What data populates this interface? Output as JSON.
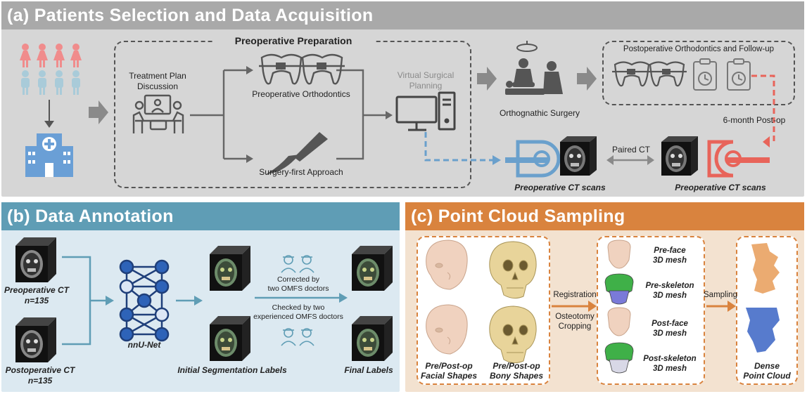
{
  "colors": {
    "panel_a": "#d6d6d6",
    "header_a": "#a9a9a9",
    "panel_b": "#dce9f1",
    "header_b": "#5f9db5",
    "panel_c": "#f3e2d0",
    "header_c": "#d9833e",
    "female": "#f08c8c",
    "male": "#a9cbd9",
    "hospital": "#6a9fd6",
    "blue_arrow": "#6aa0cc",
    "red_arrow": "#e8645a",
    "gray": "#8a8a8a"
  },
  "panel_a": {
    "title": "(a) Patients Selection and Data Acquisition",
    "preop_prep_title": "Preoperative Preparation",
    "treatment_plan": "Treatment Plan\nDiscussion",
    "preop_ortho": "Preoperative Orthodontics",
    "surgery_first": "Surgery-first Approach",
    "virtual_planning": "Virtual Surgical\nPlanning",
    "orthognathic": "Orthognathic Surgery",
    "postop_title": "Postoperative Orthodontics and Follow-up",
    "six_month": "6-month Post-op",
    "paired_ct": "Paired CT",
    "preop_ct_1": "Preoperative CT scans",
    "preop_ct_2": "Preoperative CT scans"
  },
  "panel_b": {
    "title": "(b) Data Annotation",
    "preop_ct": "Preoperative CT\nn=135",
    "postop_ct": "Postoperative CT\nn=135",
    "nnunet": "nnU-Net",
    "corrected": "Corrected by\ntwo OMFS doctors",
    "checked": "Checked by two\nexperienced OMFS doctors",
    "initial": "Initial Segmentation Labels",
    "final": "Final Labels"
  },
  "panel_c": {
    "title": "(c) Point Cloud Sampling",
    "facial": "Pre/Post-op\nFacial Shapes",
    "bony": "Pre/Post-op\nBony Shapes",
    "registration": "Registration",
    "osteotomy": "Osteotomy\nCropping",
    "pre_face": "Pre-face\n3D mesh",
    "pre_skeleton": "Pre-skeleton\n3D mesh",
    "post_face": "Post-face\n3D mesh",
    "post_skeleton": "Post-skeleton\n3D mesh",
    "sampling": "Sampling",
    "dense": "Dense\nPoint Cloud"
  }
}
